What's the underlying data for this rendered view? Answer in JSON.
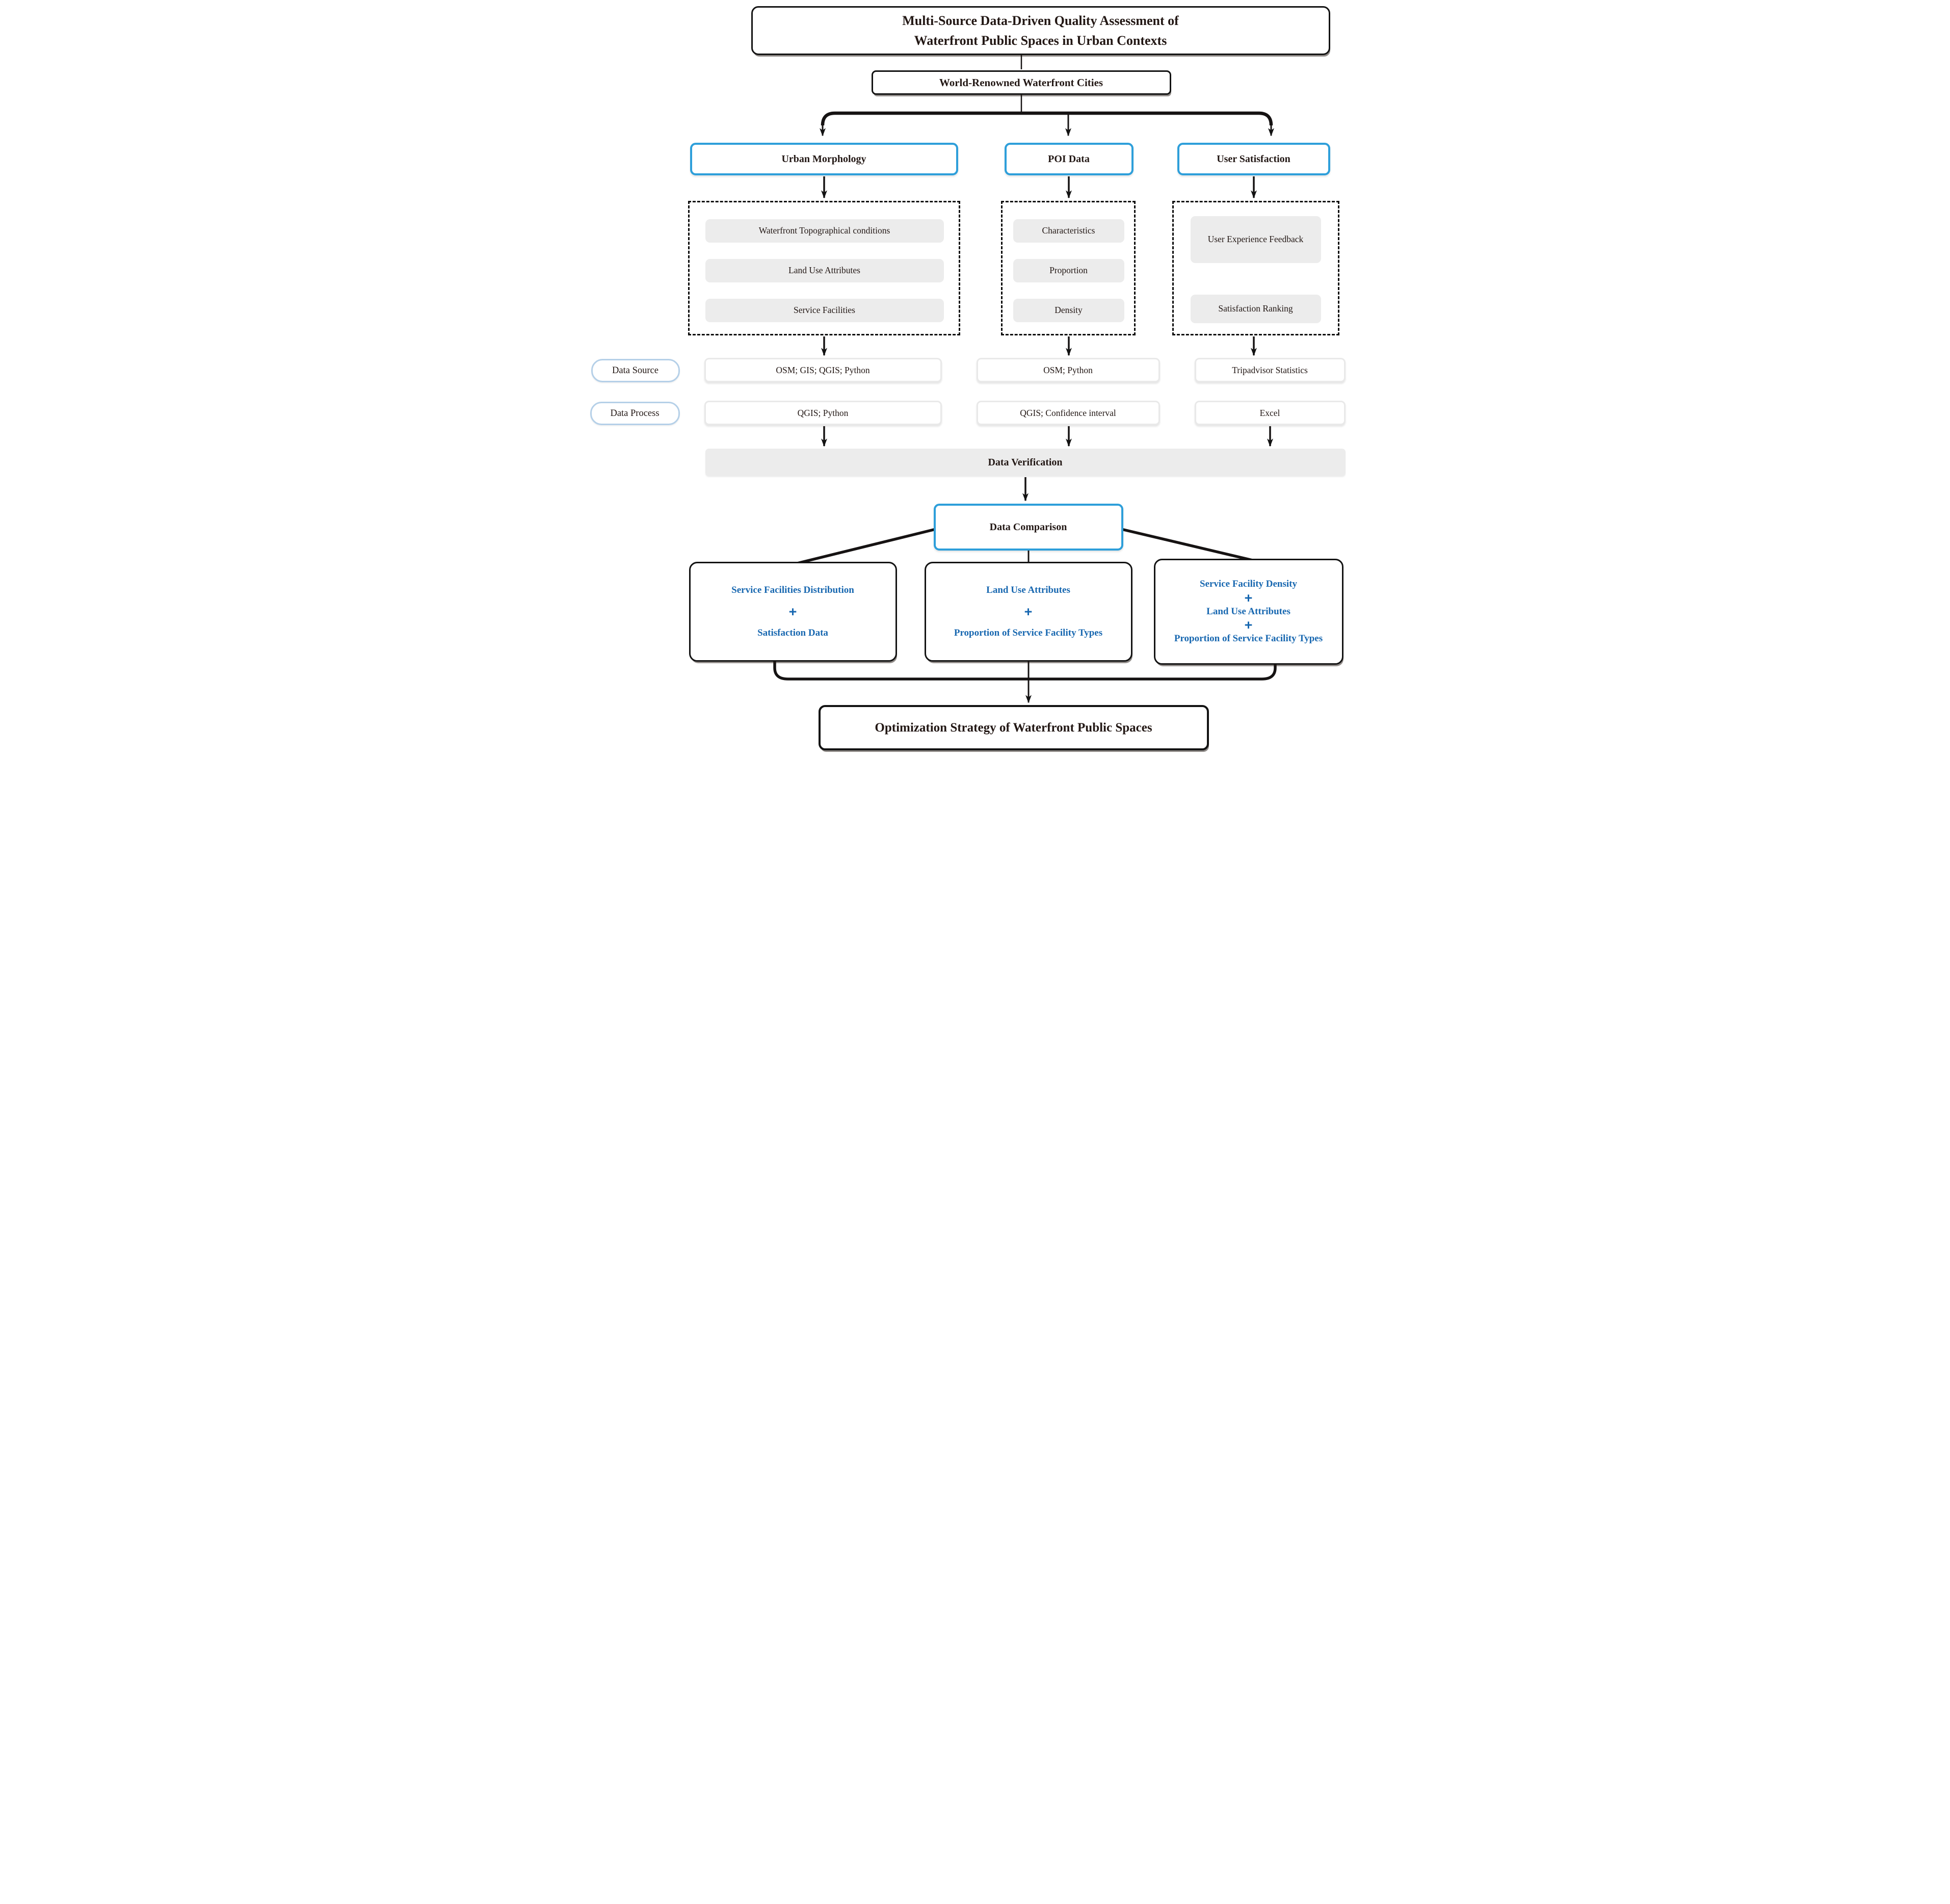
{
  "flowchart": {
    "title": {
      "line1": "Multi-Source Data-Driven Quality Assessment of",
      "line2": "Waterfront Public Spaces in Urban Contexts"
    },
    "scope": "World-Renowned Waterfront Cities",
    "branches": [
      {
        "label": "Urban Morphology",
        "items": [
          "Waterfront Topographical conditions",
          "Land Use Attributes",
          "Service Facilities"
        ],
        "data_source": "OSM; GIS; QGIS; Python",
        "data_process": "QGIS; Python"
      },
      {
        "label": "POI Data",
        "items": [
          "Characteristics",
          "Proportion",
          "Density"
        ],
        "data_source": "OSM; Python",
        "data_process": "QGIS; Confidence interval"
      },
      {
        "label": "User Satisfaction",
        "items": [
          "User Experience Feedback",
          "Satisfaction Ranking"
        ],
        "data_source": "Tripadvisor Statistics",
        "data_process": "Excel"
      }
    ],
    "row_labels": {
      "source": "Data Source",
      "process": "Data Process"
    },
    "verification": "Data Verification",
    "comparison": "Data Comparison",
    "plus": "+",
    "combinations": [
      {
        "parts": [
          "Service Facilities Distribution",
          "Satisfaction Data"
        ]
      },
      {
        "parts": [
          "Land Use Attributes",
          "Proportion of Service Facility Types"
        ]
      },
      {
        "parts": [
          "Service Facility Density",
          "Land Use Attributes",
          "Proportion of Service Facility Types"
        ]
      }
    ],
    "outcome": "Optimization Strategy of Waterfront Public Spaces",
    "colors": {
      "accent_blue": "#2e9fda",
      "label_border": "#b5d0e8",
      "text_blue": "#1767b0",
      "box_gray": "#ececec",
      "ink": "#221714",
      "line": "#161313"
    }
  }
}
